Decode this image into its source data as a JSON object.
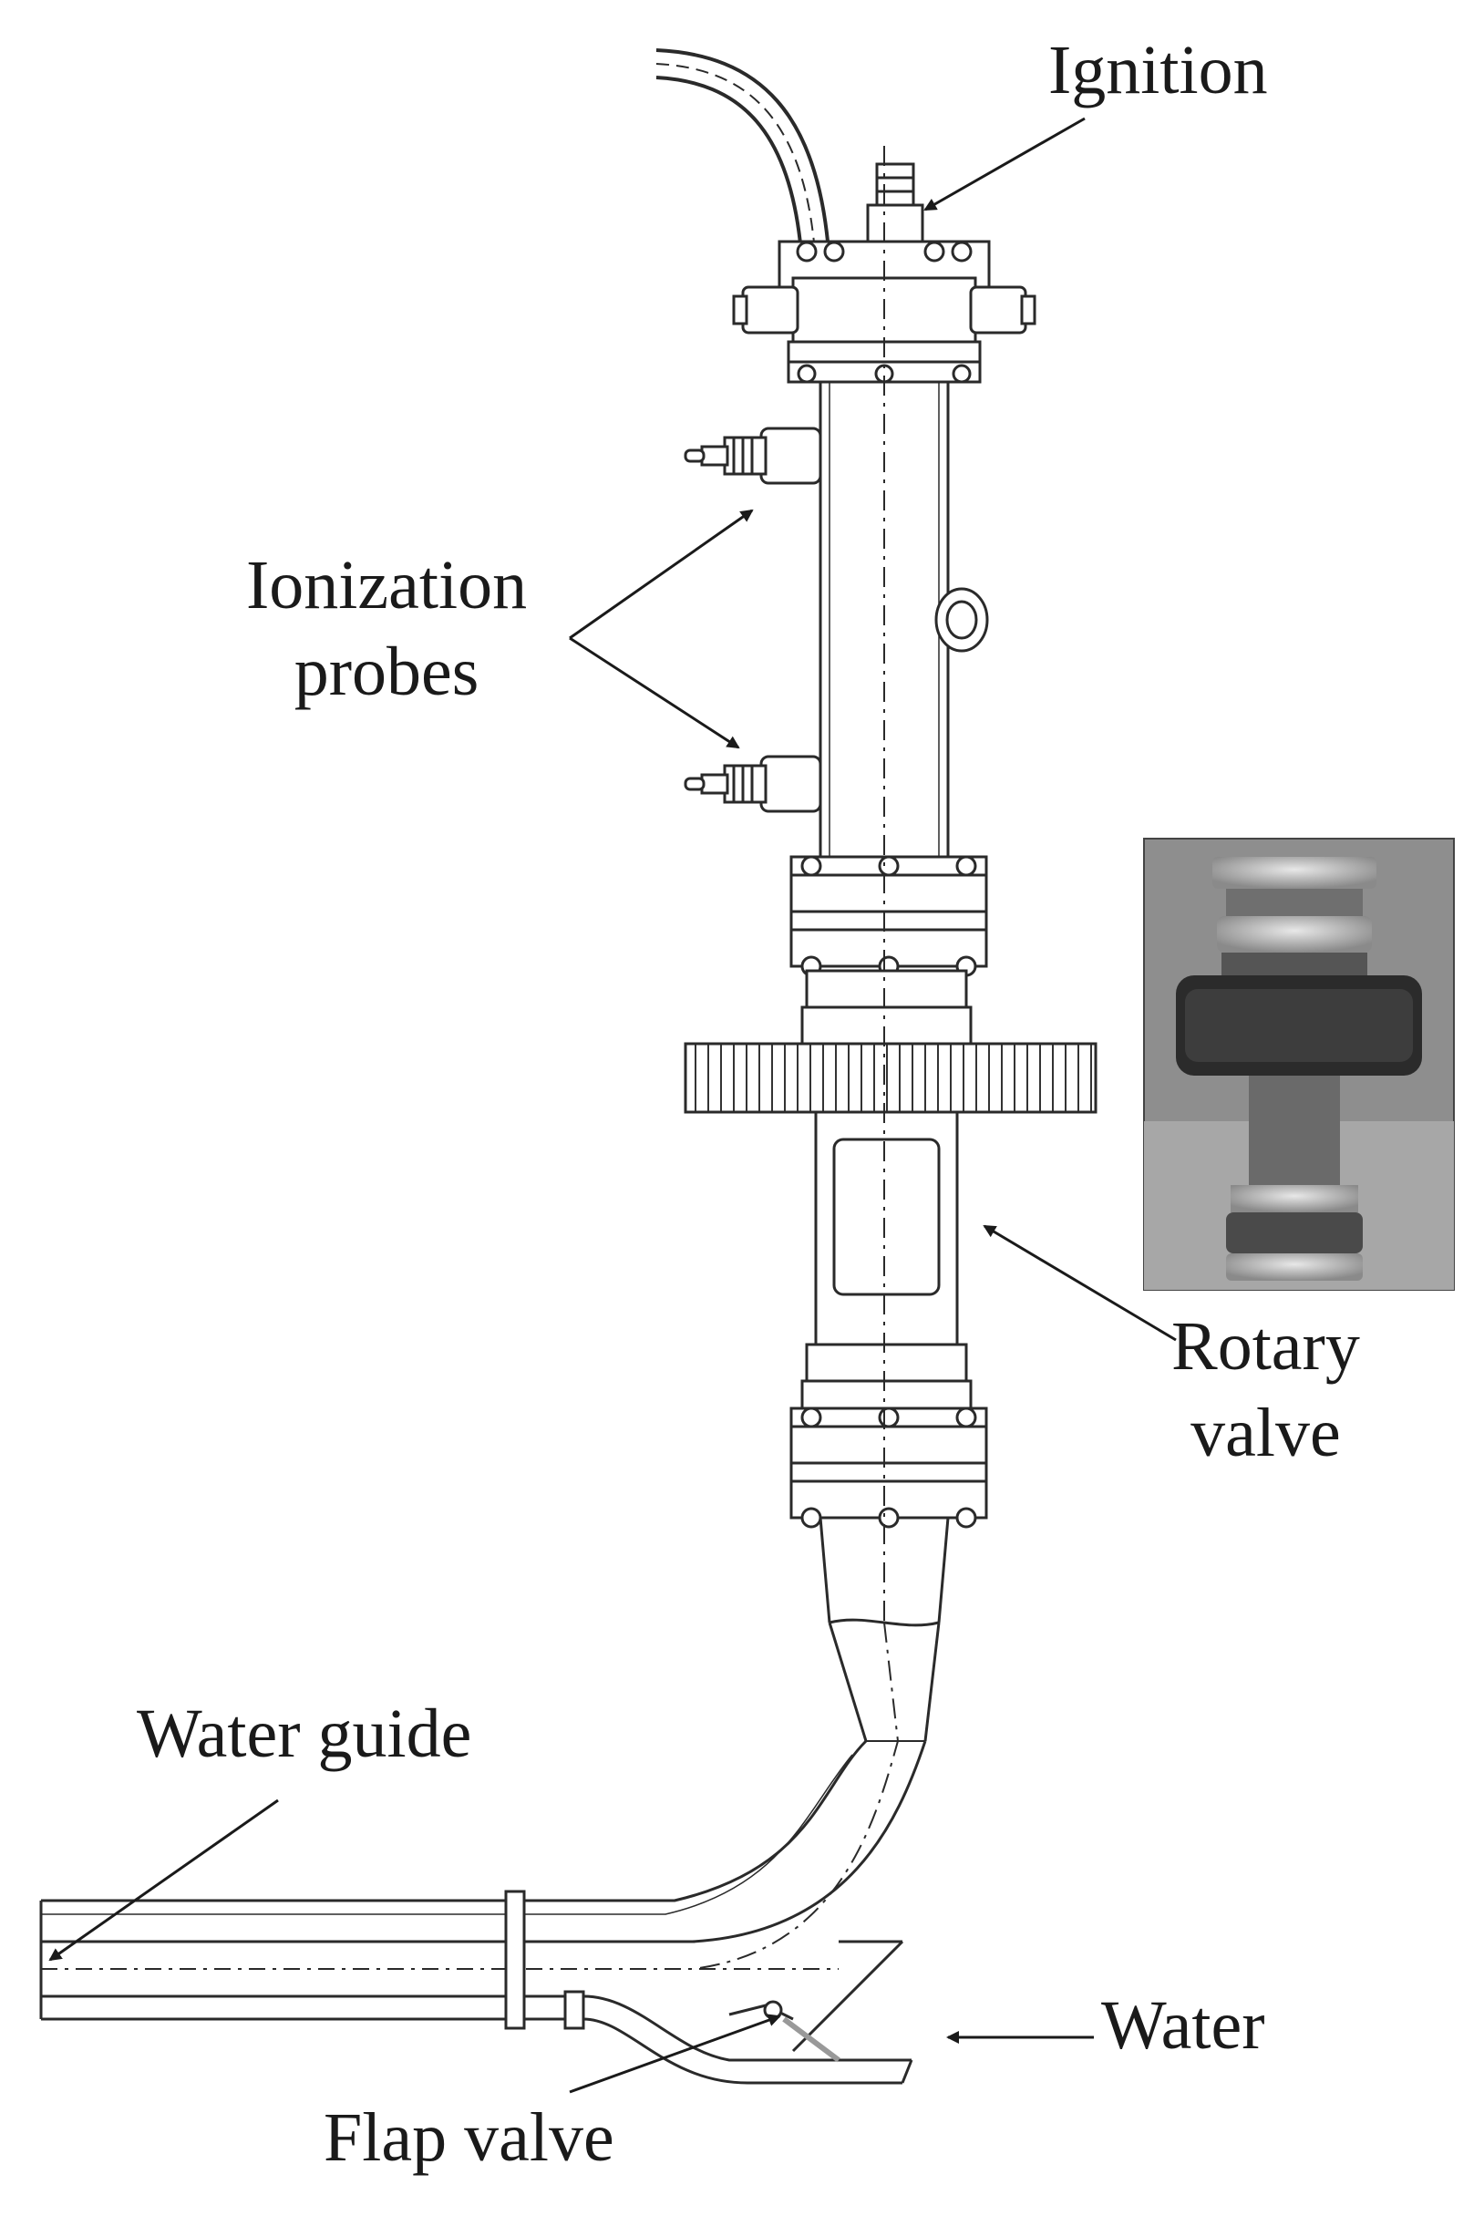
{
  "figure": {
    "labels": {
      "ignition": "Ignition",
      "ionization_line1": "Ionization",
      "ionization_line2": "probes",
      "rotary_line1": "Rotary",
      "rotary_line2": "valve",
      "water_guide": "Water guide",
      "water": "Water",
      "flap_valve": "Flap valve"
    },
    "colors": {
      "line": "#2a2a2a",
      "photo_background": "#8e8e8e",
      "gear_dark": "#2b2b2b",
      "metal": "#b9b9b9"
    }
  }
}
